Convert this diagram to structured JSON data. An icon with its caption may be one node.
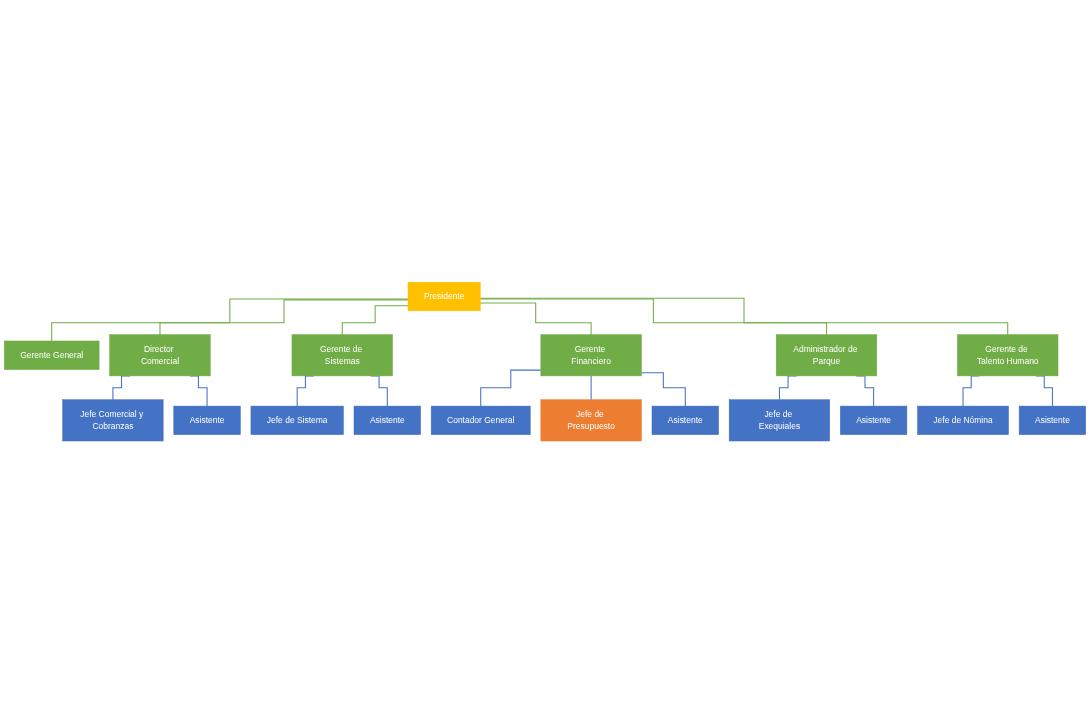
{
  "diagram": {
    "nodes": [
      {
        "text": [
          "Presidente"
        ]
      },
      {
        "text": [
          "Gerente General"
        ]
      },
      {
        "text": [
          "Director Comercial"
        ]
      },
      {
        "text": [
          "Gerente de Sistemas"
        ]
      },
      {
        "text": [
          "Gerente Financiero"
        ]
      },
      {
        "text": [
          "Administrador de Parque"
        ]
      },
      {
        "text": [
          "Gerente de Talento Humano"
        ]
      },
      {
        "text": [
          "Jefe Comercial y Cobranzas"
        ]
      },
      {
        "text": [
          "Asistente"
        ]
      },
      {
        "text": [
          "Jefe de Sistema"
        ]
      },
      {
        "text": [
          "Asistente"
        ]
      },
      {
        "text": [
          "Contador General"
        ]
      },
      {
        "text": [
          "Jefe de Presupuesto"
        ]
      },
      {
        "text": [
          "Asistente"
        ]
      },
      {
        "text": [
          "Jefe de Exequiales"
        ]
      },
      {
        "text": [
          "Asistente"
        ]
      },
      {
        "text": [
          "Jefe de Nómina"
        ]
      },
      {
        "text": [
          "Asistente"
        ]
      }
    ],
    "edges": [
      {
        "from": 0,
        "to": 1,
        "arrow": "none",
        "color": "#70ad47"
      },
      {
        "from": 0,
        "to": 2,
        "arrow": "none",
        "color": "#70ad47"
      },
      {
        "from": 0,
        "to": 3,
        "arrow": "none",
        "color": "#70ad47"
      },
      {
        "from": 0,
        "to": 4,
        "arrow": "none",
        "color": "#70ad47"
      },
      {
        "from": 0,
        "to": 5,
        "arrow": "none",
        "color": "#70ad47"
      },
      {
        "from": 0,
        "to": 6,
        "arrow": "none",
        "color": "#70ad47"
      },
      {
        "from": 2,
        "to": 7,
        "arrow": "none"
      },
      {
        "from": 2,
        "to": 8,
        "arrow": "none"
      },
      {
        "from": 3,
        "to": 9,
        "arrow": "none"
      },
      {
        "from": 3,
        "to": 10,
        "arrow": "none"
      },
      {
        "from": 4,
        "to": 11,
        "arrow": "none"
      },
      {
        "from": 4,
        "to": 12,
        "arrow": "none"
      },
      {
        "from": 4,
        "to": 13,
        "arrow": "none"
      },
      {
        "from": 5,
        "to": 14,
        "arrow": "none"
      },
      {
        "from": 5,
        "to": 15,
        "arrow": "none"
      },
      {
        "from": 6,
        "to": 16,
        "arrow": "none"
      },
      {
        "from": 6,
        "to": 17,
        "arrow": "none"
      }
    ]
  }
}
